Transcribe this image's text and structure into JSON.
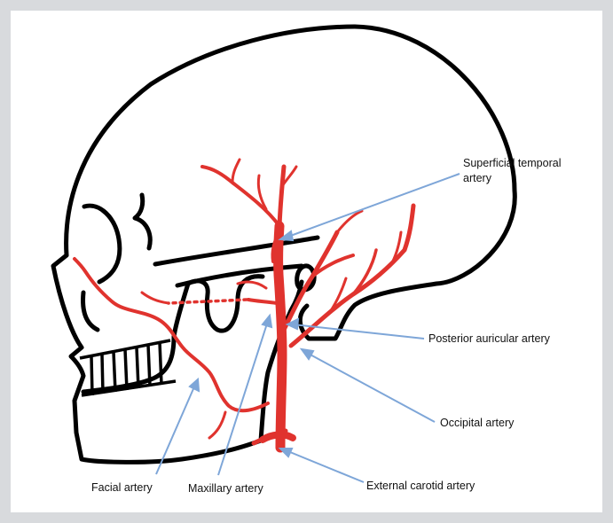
{
  "labels": {
    "superficial_temporal": "Superficial temporal artery",
    "posterior_auricular": "Posterior auricular artery",
    "occipital": "Occipital artery",
    "facial": "Facial artery",
    "maxillary": "Maxillary artery",
    "external_carotid": "External carotid artery"
  },
  "colors": {
    "artery": "#e0332e",
    "pointer": "#7ea6d8",
    "outline": "#000000",
    "border": "#d8dadd"
  }
}
